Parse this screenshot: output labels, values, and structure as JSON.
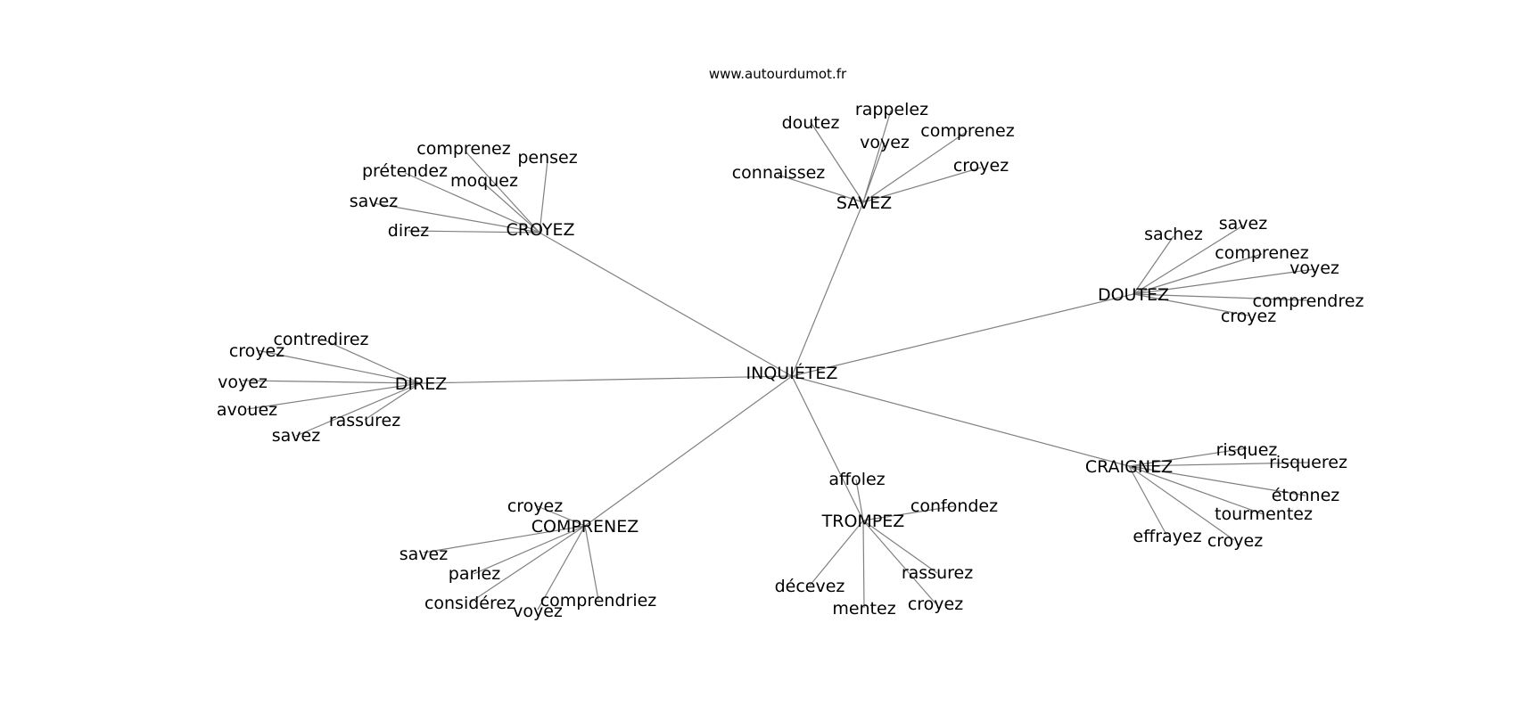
{
  "watermark": "www.autourdumot.fr",
  "colors": {
    "edge": "#808080",
    "text": "#000000",
    "background": "#ffffff"
  },
  "graph": {
    "center": "INQUIÉTEZ",
    "groups": [
      {
        "hub": "CROYEZ",
        "words": [
          "comprenez",
          "pensez",
          "prétendez",
          "moquez",
          "savez",
          "direz"
        ]
      },
      {
        "hub": "SAVEZ",
        "words": [
          "doutez",
          "rappelez",
          "voyez",
          "comprenez",
          "connaissez",
          "croyez"
        ]
      },
      {
        "hub": "DOUTEZ",
        "words": [
          "sachez",
          "savez",
          "comprenez",
          "voyez",
          "comprendrez",
          "croyez"
        ]
      },
      {
        "hub": "DIREZ",
        "words": [
          "contredirez",
          "croyez",
          "voyez",
          "avouez",
          "rassurez",
          "savez"
        ]
      },
      {
        "hub": "CRAIGNEZ",
        "words": [
          "risquez",
          "risquerez",
          "étonnez",
          "tourmentez",
          "effrayez",
          "croyez"
        ]
      },
      {
        "hub": "TROMPEZ",
        "words": [
          "affolez",
          "confondez",
          "rassurez",
          "décevez",
          "croyez",
          "mentez"
        ]
      },
      {
        "hub": "COMPRENEZ",
        "words": [
          "croyez",
          "savez",
          "parlez",
          "considérez",
          "comprendriez",
          "voyez"
        ]
      }
    ]
  }
}
